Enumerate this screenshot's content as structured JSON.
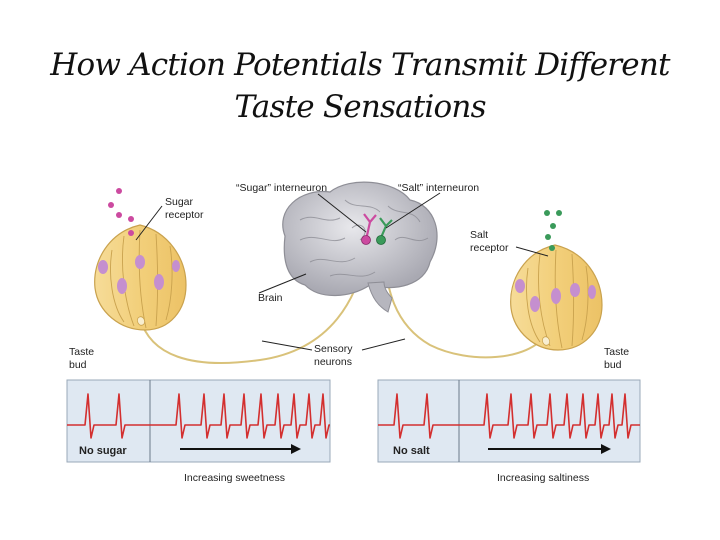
{
  "title": {
    "line1": "How Action Potentials Transmit Different",
    "line2": "Taste Sensations"
  },
  "labels": {
    "sugar_receptor_1": "Sugar",
    "sugar_receptor_2": "receptor",
    "sugar_interneuron": "“Sugar” interneuron",
    "salt_interneuron": "“Salt” interneuron",
    "salt_receptor_1": "Salt",
    "salt_receptor_2": "receptor",
    "brain": "Brain",
    "taste_bud_left_1": "Taste",
    "taste_bud_left_2": "bud",
    "taste_bud_right_1": "Taste",
    "taste_bud_right_2": "bud",
    "sensory_neurons_1": "Sensory",
    "sensory_neurons_2": "neurons"
  },
  "traces": {
    "left_caption": "No sugar",
    "right_caption": "No salt",
    "left_axis": "Increasing sweetness",
    "right_axis": "Increasing saltiness"
  },
  "colors": {
    "sugar": "#cc4aa0",
    "salt": "#3a9a5a",
    "trace": "#d32f2f",
    "bud_fill": "#f3d48a",
    "panel": "#dfe8f2"
  }
}
